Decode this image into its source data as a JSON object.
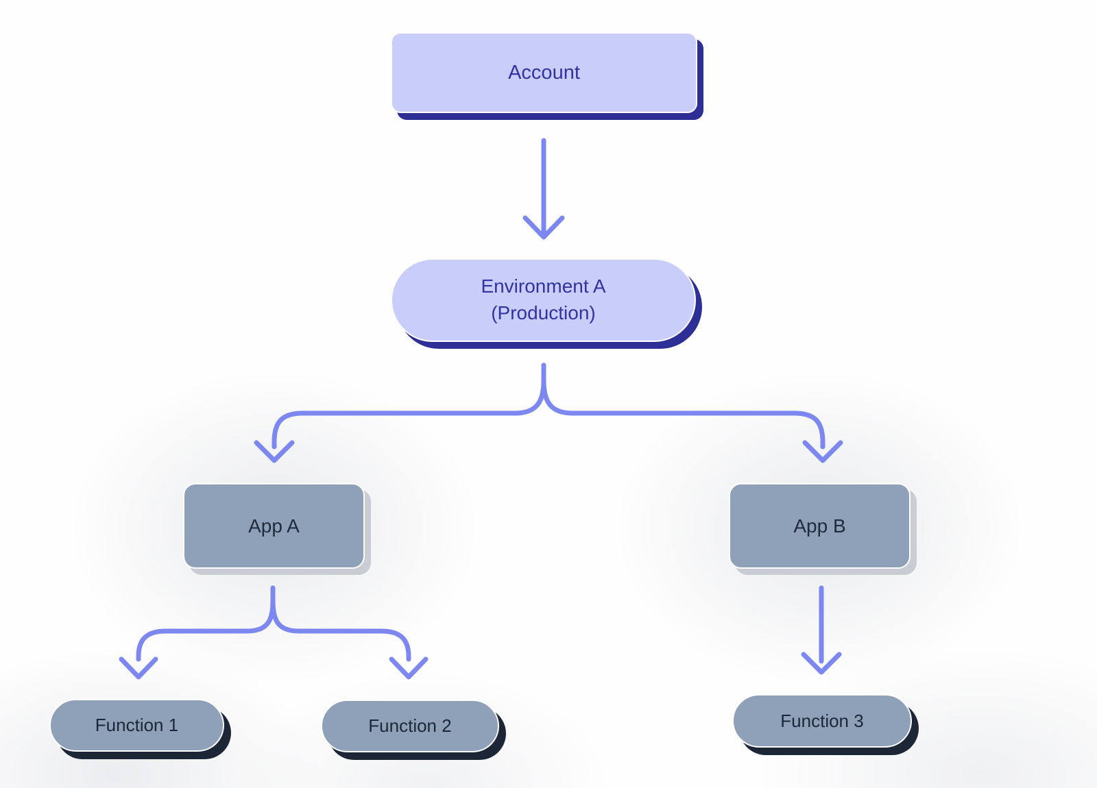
{
  "diagram": {
    "nodes": {
      "account": {
        "label": "Account",
        "shape": "rounded-rectangle",
        "theme": "lavender"
      },
      "environment": {
        "line1": "Environment A",
        "line2": "(Production)",
        "shape": "pill",
        "theme": "lavender"
      },
      "app_a": {
        "label": "App A",
        "shape": "rounded-rectangle",
        "theme": "slate"
      },
      "app_b": {
        "label": "App B",
        "shape": "rounded-rectangle",
        "theme": "slate"
      },
      "function_1": {
        "label": "Function 1",
        "shape": "pill",
        "theme": "slate"
      },
      "function_2": {
        "label": "Function 2",
        "shape": "pill",
        "theme": "slate"
      },
      "function_3": {
        "label": "Function 3",
        "shape": "pill",
        "theme": "slate"
      }
    },
    "edges": [
      {
        "from": "account",
        "to": "environment"
      },
      {
        "from": "environment",
        "to": "app_a"
      },
      {
        "from": "environment",
        "to": "app_b"
      },
      {
        "from": "app_a",
        "to": "function_1"
      },
      {
        "from": "app_a",
        "to": "function_2"
      },
      {
        "from": "app_b",
        "to": "function_3"
      }
    ],
    "colors": {
      "lavender_fill": "#c8cdfa",
      "indigo_shadow": "#2e2f96",
      "indigo_text": "#3232a0",
      "slate_fill": "#8fa0b9",
      "slate_text": "#202b3c",
      "app_shadow": "#c9ccd3",
      "function_shadow": "#1d2637",
      "arrow": "#7c87f0",
      "canvas_bg": "#fefefe"
    }
  }
}
